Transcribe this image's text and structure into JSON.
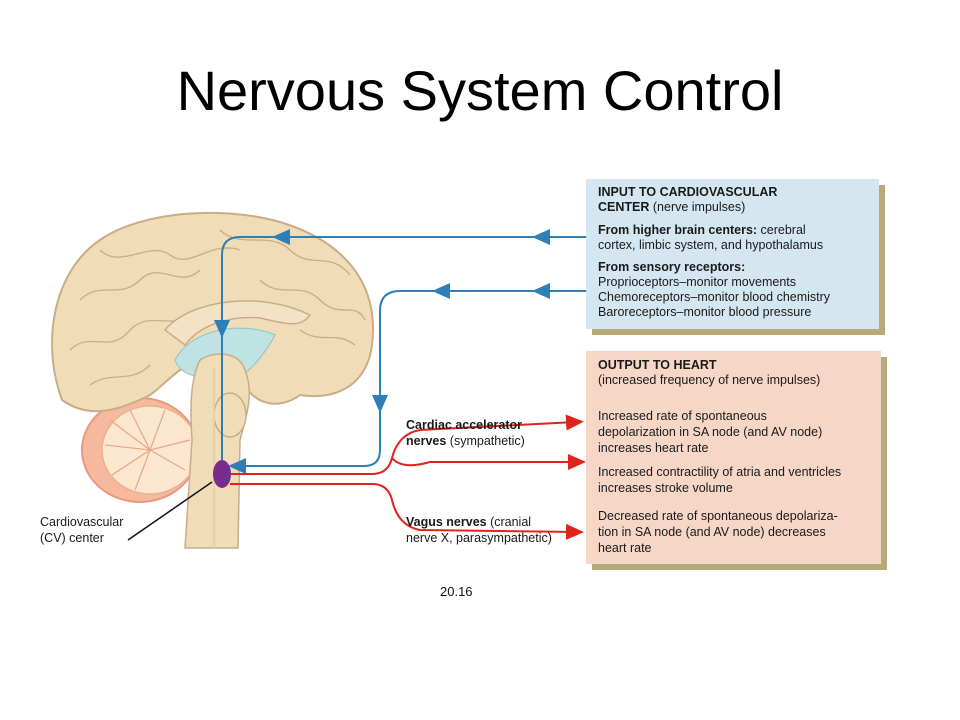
{
  "title": "Nervous System Control",
  "input_box": {
    "heading_line1": "INPUT TO CARDIOVASCULAR",
    "heading_line2_bold": "CENTER",
    "heading_line2_rest": " (nerve impulses)",
    "higher_bold": "From higher brain centers:",
    "higher_rest1": " cerebral",
    "higher_line2": "cortex, limbic system, and hypothalamus",
    "sensory_bold": "From sensory receptors:",
    "sensory_items": [
      "Proprioceptors–monitor movements",
      "Chemoreceptors–monitor blood chemistry",
      "Baroreceptors–monitor blood pressure"
    ]
  },
  "output_box": {
    "heading": "OUTPUT TO HEART",
    "subheading": "(increased frequency of nerve impulses)",
    "items": [
      [
        "Increased rate of spontaneous",
        "depolarization in SA node (and AV node)",
        "increases heart rate"
      ],
      [
        "Increased contractility of atria and ventricles",
        "increases stroke volume"
      ],
      [
        "Decreased rate of spontaneous depolariza-",
        "tion in SA node (and AV node) decreases",
        "heart rate"
      ]
    ]
  },
  "labels": {
    "accelerator_bold": "Cardiac accelerator",
    "accelerator_bold2": "nerves",
    "accelerator_rest": " (sympathetic)",
    "vagus_bold": "Vagus nerves",
    "vagus_rest1": " (cranial",
    "vagus_line2": "nerve X, parasympathetic)",
    "cv_line1": "Cardiovascular",
    "cv_line2": "(CV) center"
  },
  "figure_number": "20.16",
  "colors": {
    "input_fill": "#d4e7f1",
    "output_fill": "#f6d6c6",
    "shadow": "#b8a97a",
    "input_arrow": "#2e7fb5",
    "output_arrow": "#e0231c",
    "cv_center": "#7a2b8c",
    "brain": "#f1dcb8"
  }
}
